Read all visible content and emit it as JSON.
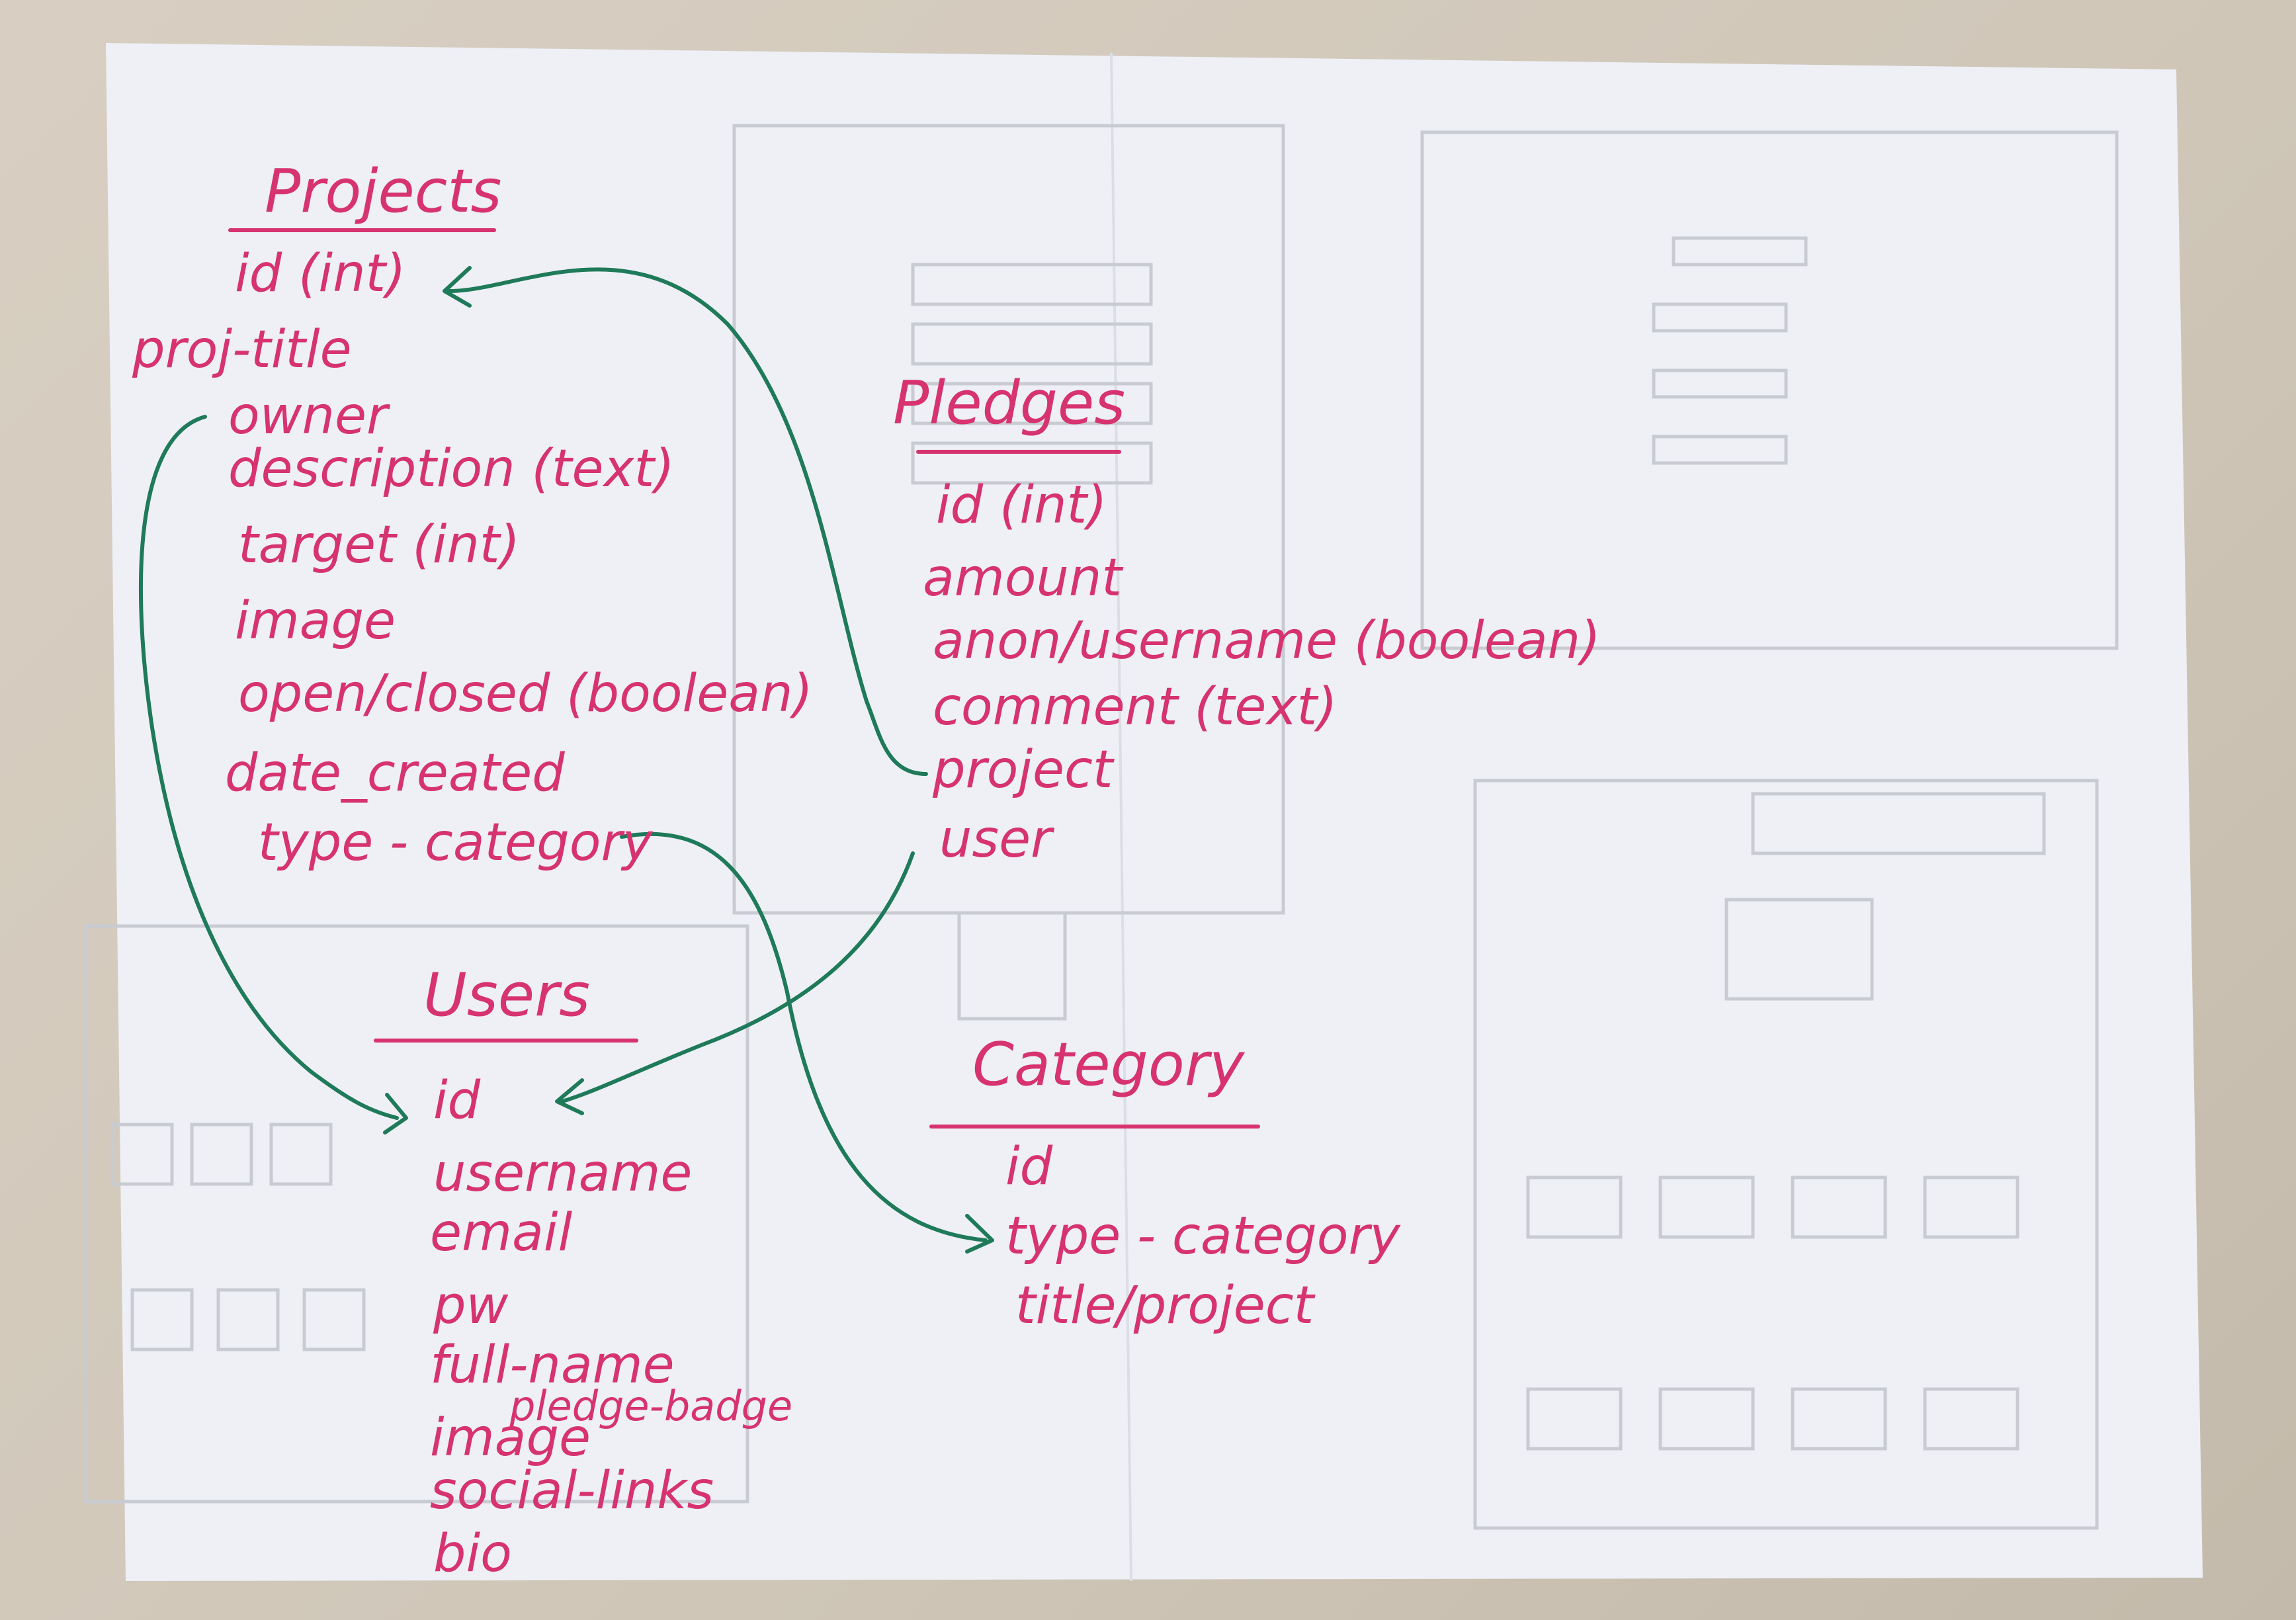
{
  "colors": {
    "ink": "#d6336f",
    "connector": "#1f7a5a",
    "paper": "#eef0f6",
    "pencil": "#c9cbd3"
  },
  "entities": {
    "projects": {
      "title": "Projects",
      "fields": [
        "id (int)",
        "proj-title",
        "owner",
        "description (text)",
        "target (int)",
        "image",
        "open/closed (boolean)",
        "date_created",
        "type - category"
      ]
    },
    "pledges": {
      "title": "Pledges",
      "fields": [
        "id (int)",
        "amount",
        "anon/username (boolean)",
        "comment (text)",
        "project",
        "user"
      ]
    },
    "users": {
      "title": "Users",
      "fields": [
        "id",
        "username",
        "email",
        "pw",
        "full-name",
        "pledge-badge",
        "image",
        "social-links",
        "bio"
      ]
    },
    "category": {
      "title": "Category",
      "fields": [
        "id",
        "type - category",
        "title/project"
      ]
    }
  },
  "relationships": [
    {
      "from": "pledges.project",
      "to": "projects.id"
    },
    {
      "from": "projects.owner",
      "to": "users.id"
    },
    {
      "from": "pledges.user",
      "to": "users.id"
    },
    {
      "from": "projects.type - category",
      "to": "category.type - category"
    }
  ]
}
